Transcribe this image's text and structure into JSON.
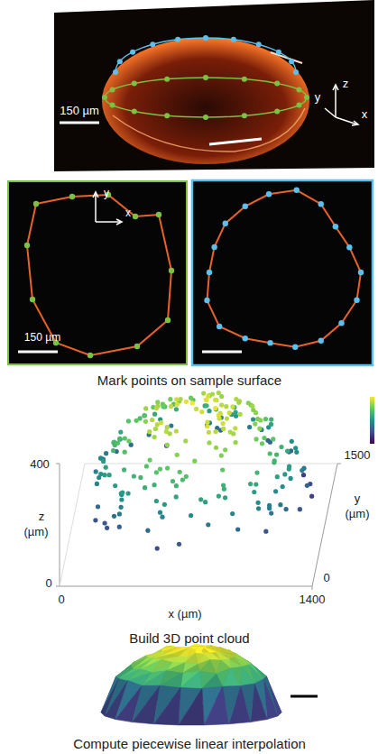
{
  "diagram": {
    "nodes": [
      {
        "text": [
          "z",
          "y",
          "x",
          "150 µm"
        ]
      },
      {
        "text": [
          "y",
          "x",
          "150 µm"
        ]
      }
    ],
    "labels": [
      "Mark points on sample surface",
      "400",
      "z",
      "(µm)",
      "0",
      "0",
      "x (µm)",
      "1400",
      "1500",
      "y",
      "(µm)",
      "0",
      "Build 3D point cloud",
      "Compute piecewise linear interpolation"
    ]
  }
}
